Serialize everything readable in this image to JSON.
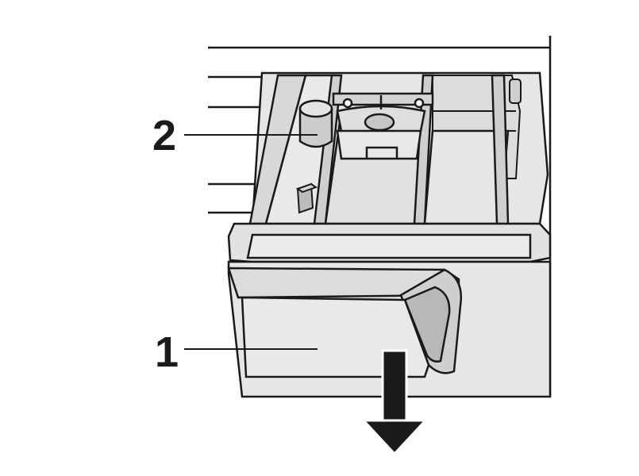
{
  "diagram": {
    "subject": "detergent-drawer-removal",
    "callouts": [
      {
        "id": "1",
        "label": "1",
        "target": "drawer-front"
      },
      {
        "id": "2",
        "label": "2",
        "target": "siphon-cap"
      }
    ],
    "arrow": {
      "direction": "down",
      "meaning": "pull-out"
    },
    "colors": {
      "outline": "#1a1a1a",
      "body_fill": "#e6e6e6",
      "shade_fill": "#cfcfcf",
      "dark_fill": "#a8a8a8",
      "background": "#ffffff"
    }
  }
}
